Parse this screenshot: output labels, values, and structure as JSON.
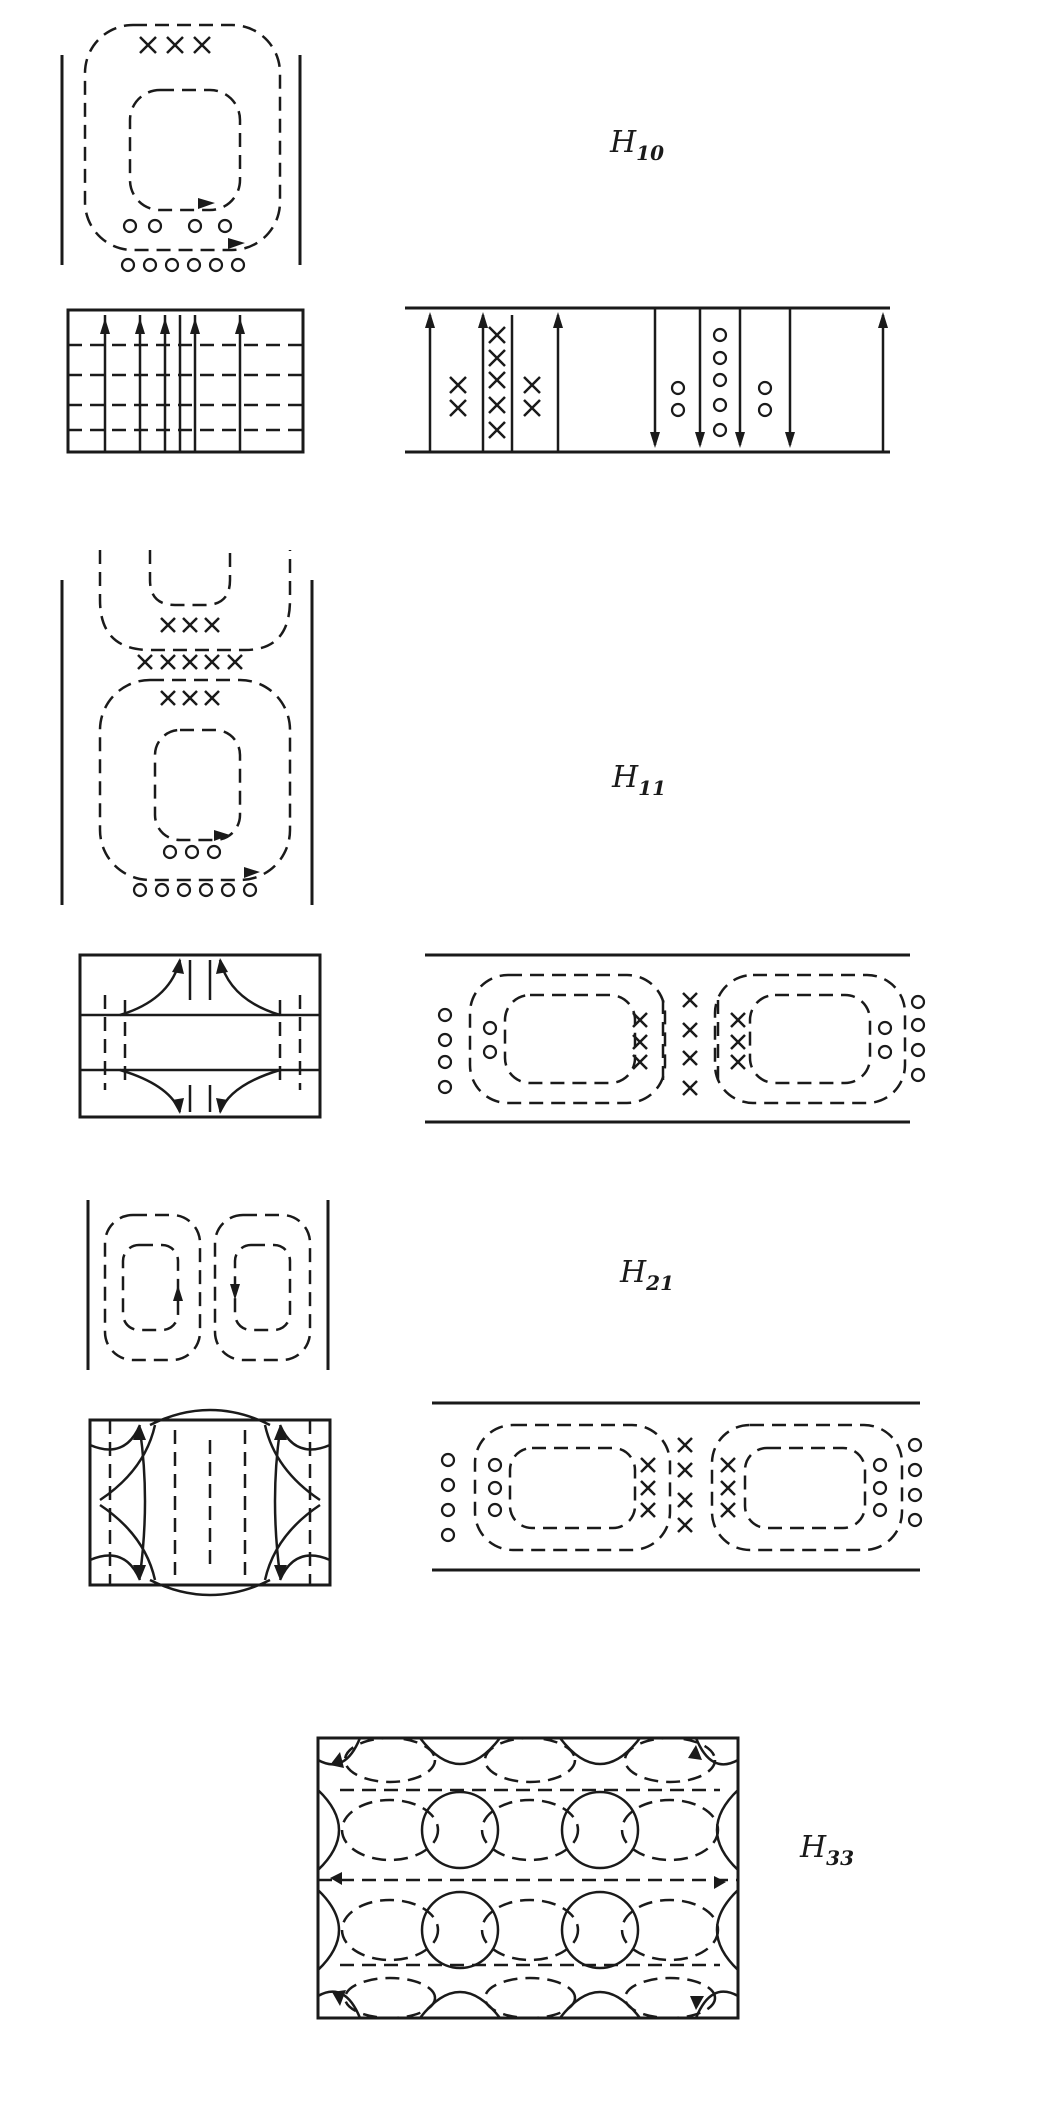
{
  "modes": [
    {
      "id": "h10",
      "letter": "H",
      "sub": "10"
    },
    {
      "id": "h11",
      "letter": "H",
      "sub": "11"
    },
    {
      "id": "h21",
      "letter": "H",
      "sub": "21"
    },
    {
      "id": "h33",
      "letter": "H",
      "sub": "33"
    }
  ],
  "symbols": {
    "into_page": "x-cross",
    "out_of_page": "circle-dot"
  }
}
